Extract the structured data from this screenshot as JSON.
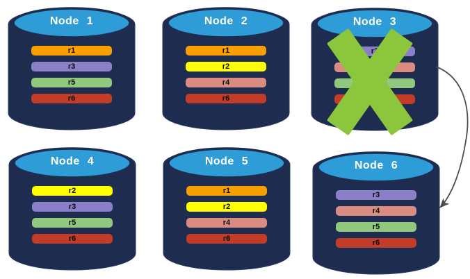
{
  "colors": {
    "background": "#FFFFFF",
    "cylinder_body": "#1E2C50",
    "cylinder_outline": "#2A3A63",
    "cylinder_top": "#2E9CD6",
    "node_title_text": "#FFFFFF",
    "replica_label_text": "#000000",
    "failure_mark": "#8CC63C",
    "arrow": "#4D4D4D"
  },
  "replica_colors": {
    "r1": "#F9A000",
    "r2": "#FFFF00",
    "r3": "#8B80C8",
    "r4": "#DB8C80",
    "r5": "#90C97E",
    "r6": "#C23C28"
  },
  "nodes": [
    {
      "label": "Node 1",
      "failed": false,
      "replicas": [
        {
          "name": "r1"
        },
        {
          "name": "r3"
        },
        {
          "name": "r5"
        },
        {
          "name": "r6"
        }
      ]
    },
    {
      "label": "Node 2",
      "failed": false,
      "replicas": [
        {
          "name": "r1"
        },
        {
          "name": "r2"
        },
        {
          "name": "r4"
        },
        {
          "name": "r6"
        }
      ]
    },
    {
      "label": "Node 3",
      "failed": true,
      "replicas": [
        {
          "name": "r3"
        },
        {
          "name": "r4"
        },
        {
          "name": "r5"
        },
        {
          "name": "r6"
        }
      ]
    },
    {
      "label": "Node 4",
      "failed": false,
      "replicas": [
        {
          "name": "r2"
        },
        {
          "name": "r3"
        },
        {
          "name": "r5"
        },
        {
          "name": "r6"
        }
      ]
    },
    {
      "label": "Node 5",
      "failed": false,
      "replicas": [
        {
          "name": "r1"
        },
        {
          "name": "r2"
        },
        {
          "name": "r4"
        },
        {
          "name": "r6"
        }
      ]
    },
    {
      "label": "Node 6",
      "failed": false,
      "replicas": [
        {
          "name": "r3"
        },
        {
          "name": "r4"
        },
        {
          "name": "r5"
        },
        {
          "name": "r6"
        }
      ]
    }
  ],
  "arrow": {
    "from": "Node 3",
    "to": "Node 6"
  }
}
